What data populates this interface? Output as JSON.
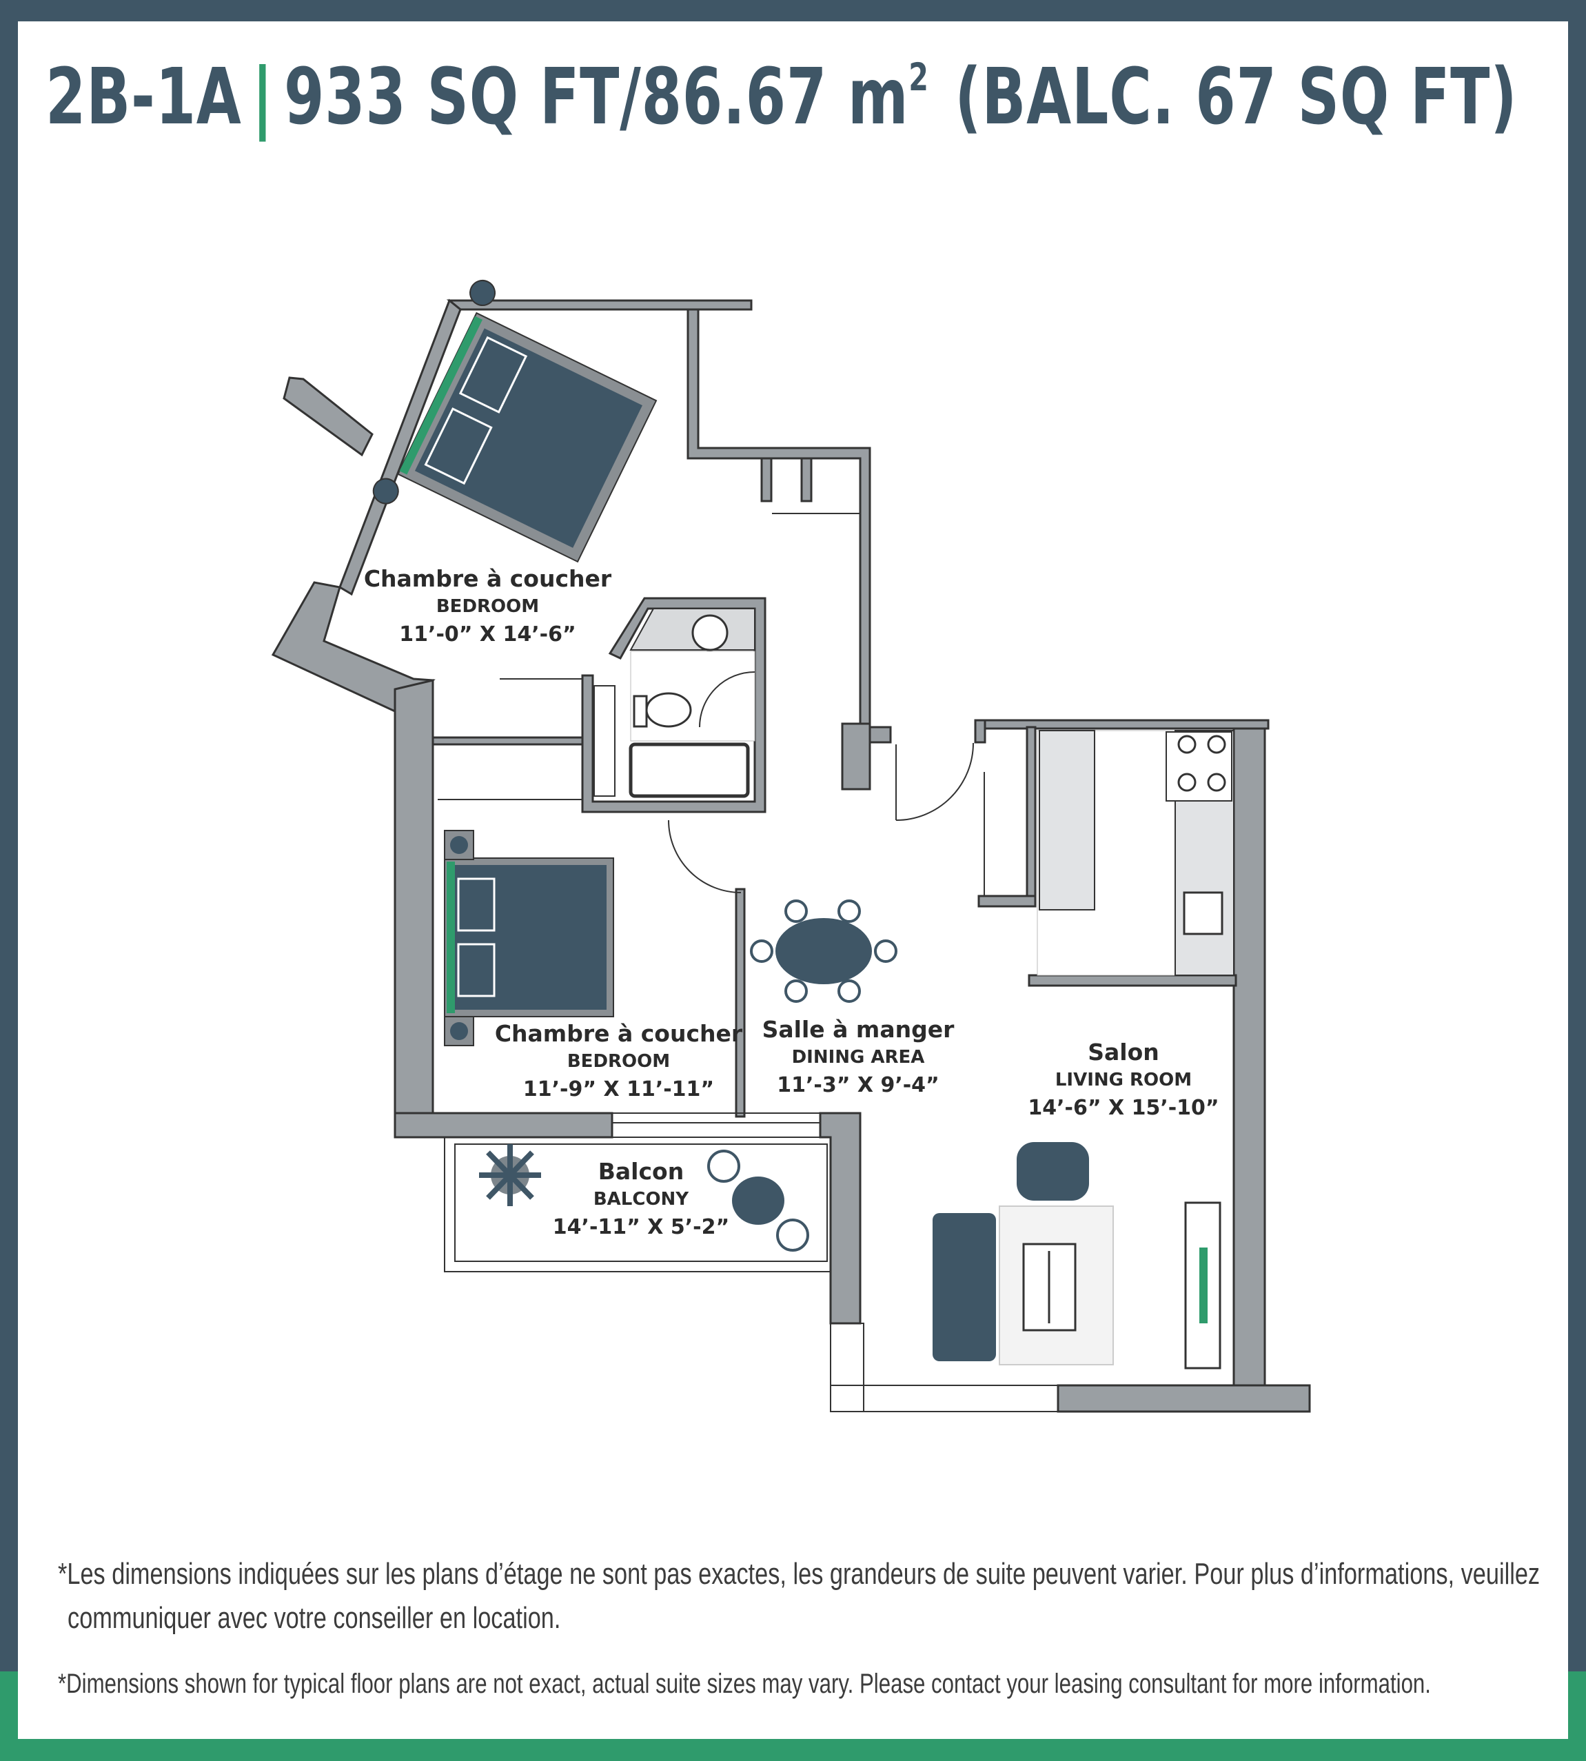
{
  "header": {
    "unit": "2B-1A",
    "separator": "|",
    "area": "933 SQ FT/86.67 m",
    "area_sup": "2",
    "balcony": "(BALC. 67 SQ FT)"
  },
  "rooms": {
    "bedroom1": {
      "fr": "Chambre à coucher",
      "en": "BEDROOM",
      "dim": "11’-0” X 14’-6”"
    },
    "bedroom2": {
      "fr": "Chambre à coucher",
      "en": "BEDROOM",
      "dim": "11’-9” X 11’-11”"
    },
    "dining": {
      "fr": "Salle à manger",
      "en": "DINING AREA",
      "dim": "11’-3” X 9’-4”"
    },
    "living": {
      "fr": "Salon",
      "en": "LIVING ROOM",
      "dim": "14’-6” X 15’-10”"
    },
    "balcony": {
      "fr": "Balcon",
      "en": "BALCONY",
      "dim": "14’-11” X 5’-2”"
    }
  },
  "notes": {
    "fr_line1": "*Les dimensions indiquées sur les plans d’étage ne sont pas exactes, les grandeurs de suite peuvent varier. Pour plus d’informations, veuillez",
    "fr_line2": "communiquer avec votre conseiller en location.",
    "en": "*Dimensions shown for typical floor plans are not exact, actual suite sizes may vary. Please contact your leasing consultant for more information."
  },
  "colors": {
    "frame": "#3f5666",
    "accent": "#2f9b6c",
    "wall": "#9a9fa3",
    "furniture": "#3f5666"
  }
}
